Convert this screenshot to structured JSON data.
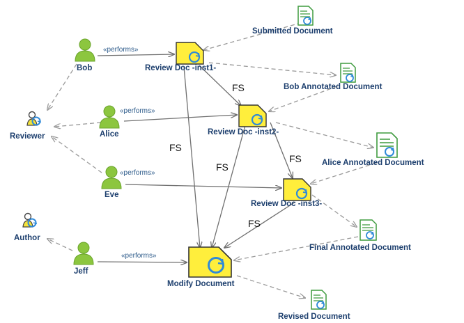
{
  "roles": [
    {
      "id": "reviewer",
      "label": "Reviewer"
    },
    {
      "id": "author",
      "label": "Author"
    }
  ],
  "performers": [
    {
      "id": "bob",
      "label": "Bob",
      "stereotype": "«performs»"
    },
    {
      "id": "alice",
      "label": "Alice",
      "stereotype": "«performs»"
    },
    {
      "id": "eve",
      "label": "Eve",
      "stereotype": "«performs»"
    },
    {
      "id": "jeff",
      "label": "Jeff",
      "stereotype": "«performs»"
    }
  ],
  "tasks": [
    {
      "id": "inst1",
      "label": "Review Doc -inst1-"
    },
    {
      "id": "inst2",
      "label": "Review Doc -inst2-"
    },
    {
      "id": "inst3",
      "label": "Review Doc -inst3-"
    },
    {
      "id": "modify",
      "label": "Modify Document"
    }
  ],
  "documents": [
    {
      "id": "submitted",
      "label": "Submitted Document"
    },
    {
      "id": "bob_annot",
      "label": "Bob Annotated Document"
    },
    {
      "id": "alice_annot",
      "label": "Alice Annotated Document"
    },
    {
      "id": "final_annot",
      "label": "Final Annotated Document"
    },
    {
      "id": "revised",
      "label": "Revised Document"
    }
  ],
  "flow_label": "FS",
  "colors": {
    "person_green": "#8cc63f",
    "task_yellow": "#ffee3c",
    "doc_green": "#3f9b3f",
    "cycle_blue": "#2f8ad8",
    "label_blue": "#1d3f6e"
  }
}
